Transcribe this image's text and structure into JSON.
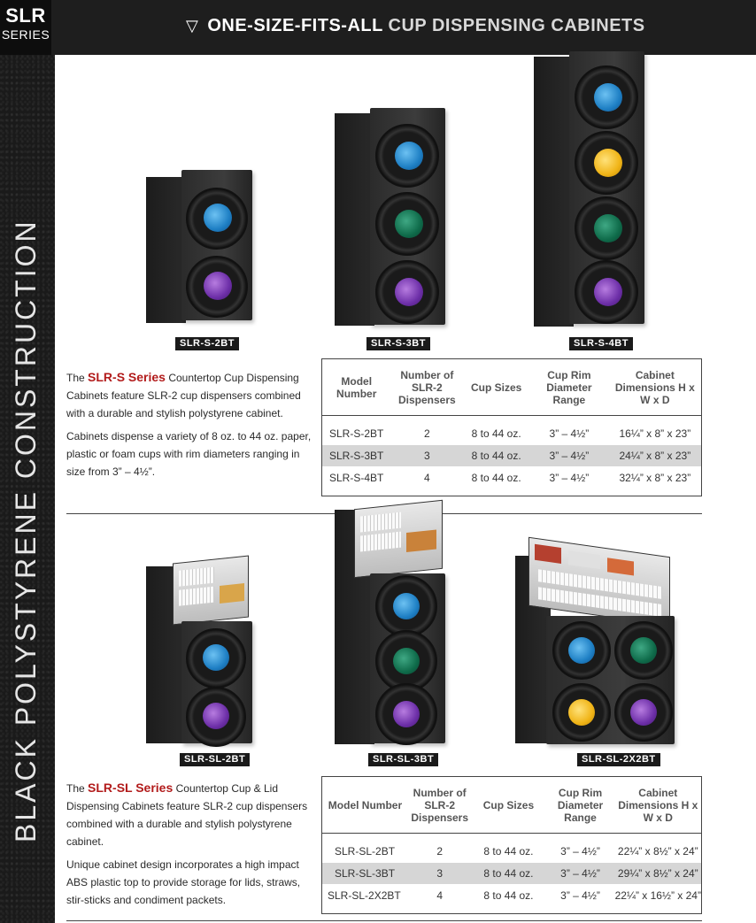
{
  "header": {
    "series_top": "SLR",
    "series_bottom": "SERIES",
    "triangle": "▽",
    "title_bold": "ONE-SIZE-FITS-ALL",
    "title_light": "CUP DISPENSING CABINETS"
  },
  "sidebar": {
    "text": "BLACK POLYSTYRENE CONSTRUCTION"
  },
  "section1": {
    "products": [
      {
        "label": "SLR-S-2BT"
      },
      {
        "label": "SLR-S-3BT"
      },
      {
        "label": "SLR-S-4BT"
      }
    ],
    "desc": {
      "intro_pre": "The",
      "series": "SLR-S Series",
      "intro_post": "Countertop Cup Dispensing Cabinets feature SLR-2 cup dispensers combined with a durable and stylish polystyrene cabinet.",
      "para2": "Cabinets dispense a variety of 8 oz. to 44 oz. paper, plastic or foam cups with rim diameters ranging in size from 3” – 4½”."
    },
    "table": {
      "headers": [
        "Model Number",
        "Number of SLR-2 Dispensers",
        "Cup Sizes",
        "Cup Rim Diameter Range",
        "Cabinet Dimensions H x W x D"
      ],
      "rows": [
        [
          "SLR-S-2BT",
          "2",
          "8 to 44 oz.",
          "3” – 4½”",
          "16¼” x 8” x 23”"
        ],
        [
          "SLR-S-3BT",
          "3",
          "8 to 44 oz.",
          "3” – 4½”",
          "24¼” x 8” x 23”"
        ],
        [
          "SLR-S-4BT",
          "4",
          "8 to 44 oz.",
          "3” – 4½”",
          "32¼” x 8” x 23”"
        ]
      ]
    }
  },
  "section2": {
    "products": [
      {
        "label": "SLR-SL-2BT"
      },
      {
        "label": "SLR-SL-3BT"
      },
      {
        "label": "SLR-SL-2X2BT"
      }
    ],
    "desc": {
      "intro_pre": "The",
      "series": "SLR-SL Series",
      "intro_post": "Countertop Cup & Lid Dispensing Cabinets feature SLR-2 cup dispensers combined with a durable and stylish polystyrene cabinet.",
      "para2": "Unique cabinet design incorporates a high impact ABS plastic top to provide storage for lids, straws, stir-sticks and condiment packets."
    },
    "table": {
      "headers": [
        "Model Number",
        "Number of SLR-2 Dispensers",
        "Cup Sizes",
        "Cup Rim Diameter Range",
        "Cabinet Dimensions H x W x D"
      ],
      "rows": [
        [
          "SLR-SL-2BT",
          "2",
          "8 to 44 oz.",
          "3” – 4½”",
          "22¼” x 8½” x 24”"
        ],
        [
          "SLR-SL-3BT",
          "3",
          "8 to 44 oz.",
          "3” – 4½”",
          "29¼” x 8½” x 24”"
        ],
        [
          "SLR-SL-2X2BT",
          "4",
          "8 to 44 oz.",
          "3” – 4½”",
          "22¼” x 16½” x 24”"
        ]
      ]
    }
  },
  "colors": {
    "header_bg": "#1e1e1e",
    "accent_red": "#b21b1b",
    "row_shade": "#d6d6d6"
  }
}
